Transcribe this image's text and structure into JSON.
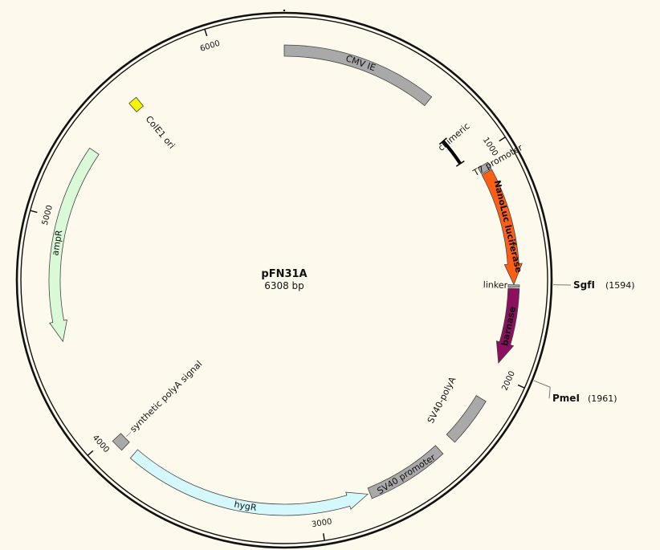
{
  "plasmid": {
    "name": "pFN31A",
    "length_label": "6308 bp",
    "length_bp": 6308
  },
  "ticks": [
    {
      "bp": 1000,
      "label": "1000"
    },
    {
      "bp": 2000,
      "label": "2000"
    },
    {
      "bp": 3000,
      "label": "3000"
    },
    {
      "bp": 4000,
      "label": "4000"
    },
    {
      "bp": 5000,
      "label": "5000"
    },
    {
      "bp": 6000,
      "label": "6000"
    }
  ],
  "features": [
    {
      "id": "cmv",
      "label": "CMV IE",
      "start": 0,
      "end": 680,
      "color": "#a9a9a9",
      "arrow": false
    },
    {
      "id": "t7",
      "label": "T7 promoter",
      "start": 1050,
      "end": 1080,
      "color": "#a9a9a9",
      "arrow": false
    },
    {
      "id": "nluc",
      "label": "NanoLuc luciferase",
      "start": 1085,
      "end": 1596,
      "color": "#ff5f15",
      "arrow": true,
      "label_color": "#ffffff"
    },
    {
      "id": "linker",
      "label": "linker",
      "start": 1597,
      "end": 1607,
      "color": "#a9a9a9",
      "arrow": false
    },
    {
      "id": "barnase",
      "label": "barnase",
      "start": 1613,
      "end": 1947,
      "color": "#8c0f60",
      "arrow": true,
      "label_color": "#ffffff"
    },
    {
      "id": "sv40pa",
      "label": "SV40-polyA",
      "start": 2120,
      "end": 2340,
      "color": "#a9a9a9",
      "arrow": false
    },
    {
      "id": "sv40p",
      "label": "SV40 promoter",
      "start": 2410,
      "end": 2770,
      "color": "#a9a9a9",
      "arrow": false
    },
    {
      "id": "hygr",
      "label": "hygR",
      "start": 2780,
      "end": 3870,
      "color": "#d4f8fc",
      "arrow": true,
      "reverse": true
    },
    {
      "id": "spa",
      "label": "synthetic polyA signal",
      "start": 3920,
      "end": 3975,
      "color": "#a9a9a9",
      "arrow": false
    },
    {
      "id": "ampr",
      "label": "ampR",
      "start": 4460,
      "end": 5330,
      "color": "#d9f9d7",
      "arrow": true,
      "reverse": true
    },
    {
      "id": "colE1",
      "label": "ColE1 ori",
      "start": 5585,
      "end": 5625,
      "color": "#f6f500",
      "arrow": false
    }
  ],
  "chimeric": {
    "label": "chimeric",
    "start": 855,
    "end": 990
  },
  "sites": [
    {
      "name": "SgfI",
      "position_label": "(1594)",
      "bp": 1594
    },
    {
      "name": "PmeI",
      "position_label": "(1961)",
      "bp": 1961
    }
  ],
  "colors": {
    "background": "#fef9ed",
    "backbone": "#111111"
  }
}
